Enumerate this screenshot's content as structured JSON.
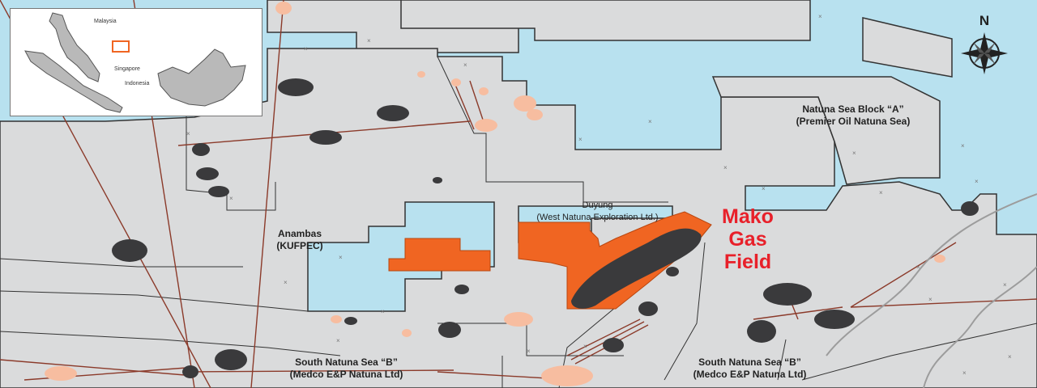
{
  "colors": {
    "sea": "#b8e1ef",
    "block_fill": "#dadbdc",
    "block_border": "#333333",
    "field_dark": "#3a3a3c",
    "field_orange": "#f06522",
    "field_salmon": "#f7bda0",
    "pipeline": "#8b3a2a",
    "mako_label": "#e8202a"
  },
  "labels": {
    "natuna_block_a": {
      "title": "Natuna Sea Block “A”",
      "operator": "(Premier Oil Natuna Sea)"
    },
    "duyung": {
      "title": "Duyung",
      "operator": "(West Natuna Exploration Ltd.)"
    },
    "anambas": {
      "title": "Anambas",
      "operator": "(KUFPEC)"
    },
    "south_natuna_left": {
      "title": "South Natuna Sea “B”",
      "operator": "(Medco E&P Natuna Ltd)"
    },
    "south_natuna_right": {
      "title": "South Natuna Sea “B”",
      "operator": "(Medco E&P Natuna Ltd)"
    }
  },
  "mako": {
    "line1": "Mako",
    "line2": "Gas",
    "line3": "Field"
  },
  "compass": {
    "north_label": "N",
    "icon": "compass-rose-icon"
  },
  "inset": {
    "malaysia": "Malaysia",
    "singapore": "Singapore",
    "indonesia": "Indonesia",
    "locator": "orange-locator-box"
  }
}
